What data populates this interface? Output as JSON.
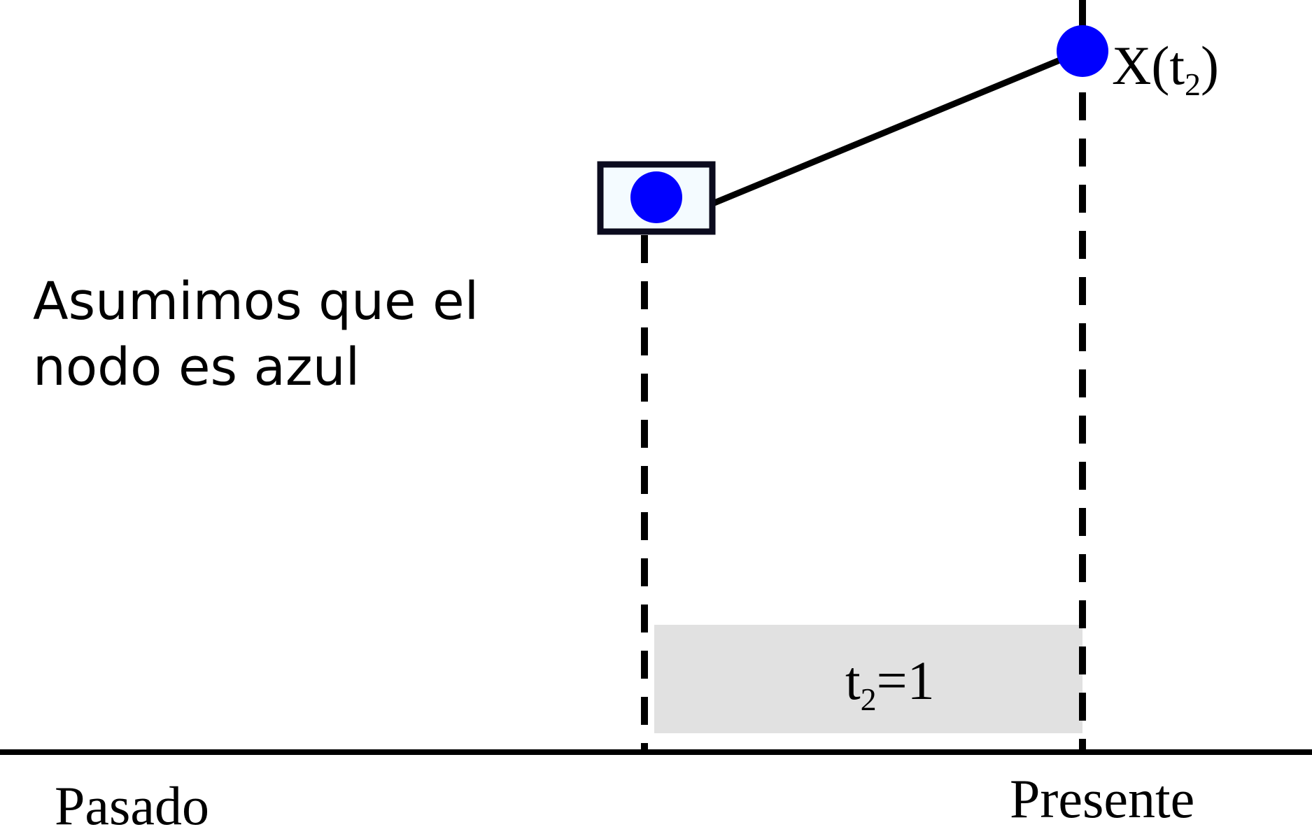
{
  "note": {
    "line1": "Asumimos que el",
    "line2": "nodo es azul"
  },
  "node_label": {
    "base": "X(",
    "sub": "2",
    "t": "t",
    "close": ")"
  },
  "interval_label": {
    "t": "t",
    "sub": "2",
    "rest": "=1"
  },
  "axis": {
    "past_label": "Pasado",
    "present_label": "Presente"
  },
  "colors": {
    "node": "#0000ff",
    "box_fill": "#f4fbff",
    "box_stroke": "#0b0b1e",
    "interval_fill": "#e1e1e1",
    "line": "#000000"
  }
}
